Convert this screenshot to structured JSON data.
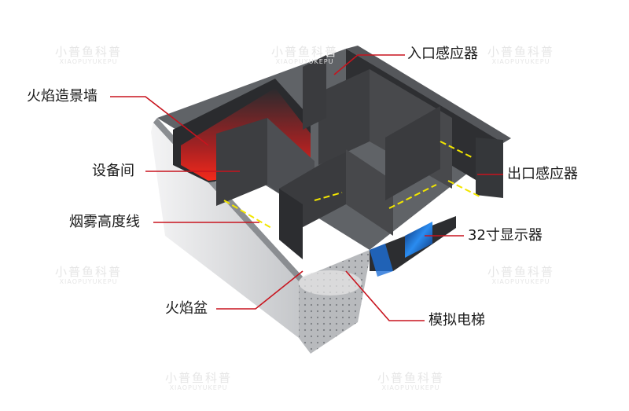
{
  "labels": {
    "entrance_sensor": "入口感应器",
    "flame_wall": "火焰造景墙",
    "equipment_room": "设备间",
    "exit_sensor": "出口感应器",
    "smoke_line": "烟雾高度线",
    "display_32": "32寸显示器",
    "flame_basin": "火焰盆",
    "sim_elevator": "模拟电梯"
  },
  "watermark": {
    "cn": "小普鱼科普",
    "en": "XIAOPUYUKEPU"
  },
  "colors": {
    "leader": "#c8141e",
    "wall": "#3a3b3e",
    "wall_light": "#55575b",
    "floor": "#6d7074",
    "flame": "#ff1a1a",
    "smoke": "#f2e600",
    "screen": "#1e6fd8"
  }
}
